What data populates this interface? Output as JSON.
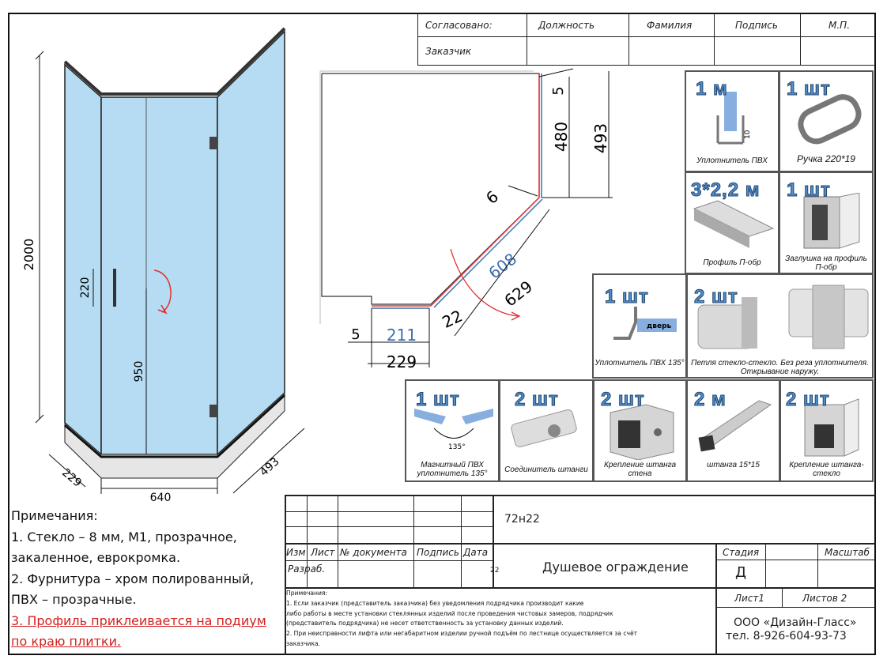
{
  "approval": {
    "agreed_label": "Согласовано:",
    "customer_label": "Заказчик",
    "position_label": "Должность",
    "surname_label": "Фамилия",
    "signature_label": "Подпись",
    "stamp_label": "М.П."
  },
  "dimensions": {
    "height": "2000",
    "handle": "220",
    "handle_height": "950",
    "left_depth": "229",
    "width": "640",
    "right_depth": "493",
    "plan_top_5": "5",
    "plan_480": "480",
    "plan_493": "493",
    "plan_6": "6",
    "plan_608": "608",
    "plan_629": "629",
    "plan_22": "22",
    "plan_5_bottom": "5",
    "plan_211": "211",
    "plan_229": "229",
    "angle_135": "135°",
    "seal_height": "10"
  },
  "parts": [
    {
      "qty": "1 м",
      "caption": "Уплотнитель ПВХ"
    },
    {
      "qty": "1 шт",
      "caption": "Ручка 220*19"
    },
    {
      "qty": "3*2,2 м",
      "caption": "Профиль П-обр"
    },
    {
      "qty": "1 шт",
      "caption": "Заглушка на профиль П-обр"
    },
    {
      "qty": "1 шт",
      "caption": "Уплотнитель ПВХ 135°",
      "door_label": "дверь"
    },
    {
      "qty": "2 шт",
      "caption": "Петля стекло-стекло. Без реза уплотнителя. Открывание наружу."
    },
    {
      "qty": "1 шт",
      "caption": "Магнитный ПВХ уплотнитель 135°"
    },
    {
      "qty": "2 шт",
      "caption": "Соединитель штанги"
    },
    {
      "qty": "2 шт",
      "caption": "Крепление штанга стена"
    },
    {
      "qty": "2 м",
      "caption": "штанга 15*15"
    },
    {
      "qty": "2 шт",
      "caption": "Крепление штанга-стекло"
    }
  ],
  "notes": {
    "title": "Примечания:",
    "line1": "1. Стекло – 8 мм, М1, прозрачное,",
    "line2": "закаленное, еврокромка.",
    "line3": "2. Фурнитура – хром полированный,",
    "line4": "ПВХ – прозрачные.",
    "line5": "3. Профиль приклеивается на подиум",
    "line6": "по краю плитки."
  },
  "title_block": {
    "code": "72н22",
    "h_izm": "Изм",
    "h_list": "Лист",
    "h_doc": "№ документа",
    "h_sign": "Подпись",
    "h_date": "Дата",
    "developer": "Разраб.",
    "date_value": "22",
    "name": "Душевое ограждение",
    "stage_label": "Стадия",
    "scale_label": "Масштаб",
    "stage_value": "Д",
    "sheet": "Лист1",
    "sheets": "Листов 2",
    "company": "ООО «Дизайн-Гласс»",
    "phone": "тел. 8-926-604-93-73",
    "small_notes": [
      "Примечания:",
      "1. Если заказчик (представитель заказчика) без уведомления подрядчика производит какие",
      "либо работы в месте установки стеклянных изделий после проведения чистовых замеров, подрядчик",
      "(представитель подрядчика) не несет ответственность за установку данных изделий.",
      "2. При неисправности лифта или негабаритном изделии ручной подъём по лестнице осуществляется за счёт",
      "заказчика."
    ]
  },
  "colors": {
    "glass": "#b5dcf2",
    "qty_text": "#4f8fd0",
    "red_note": "#d42020",
    "plan_blue": "#3d6fb0"
  }
}
